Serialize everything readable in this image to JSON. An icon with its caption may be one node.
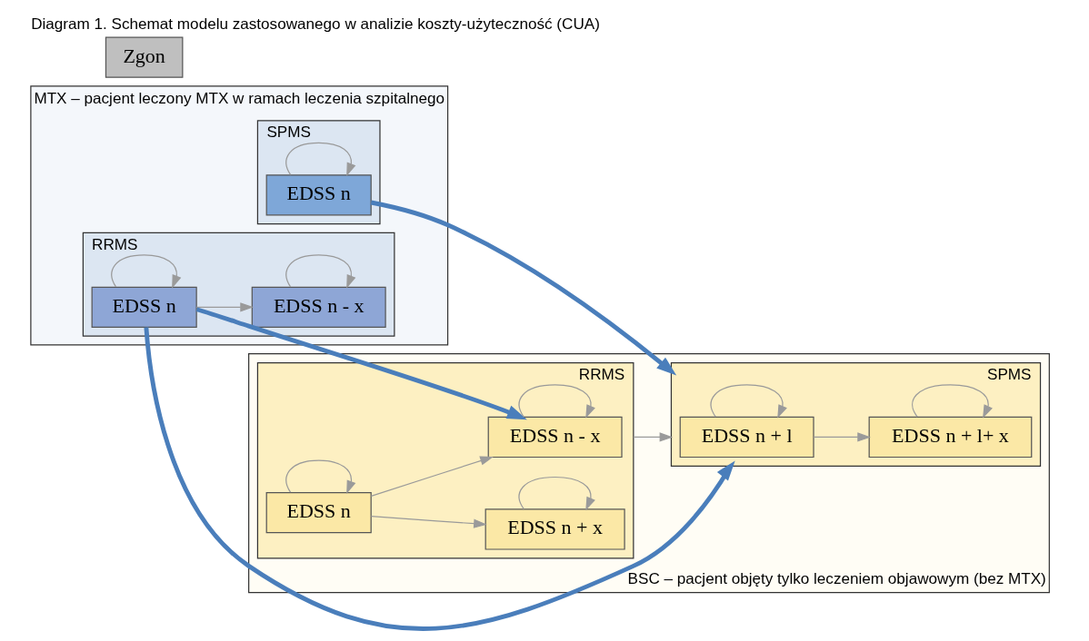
{
  "diagram": {
    "title": "Diagram 1. Schemat modelu zastosowanego w analizie koszty-użyteczność (CUA)",
    "nodes": [
      {
        "text": [
          "MTX – pacjent leczony MTX w ramach leczenia szpitalnego"
        ]
      },
      {
        "text": [
          "RRMS"
        ],
        "in": 0
      },
      {
        "text": [
          "EDSS n - x"
        ],
        "in": 1
      },
      {
        "text": [
          "EDSS n"
        ],
        "in": 1
      },
      {
        "text": [
          "SPMS"
        ],
        "in": 0
      },
      {
        "text": [
          "EDSS n"
        ],
        "in": 4
      },
      {
        "text": [
          "BSC – pacjent objęty tylko leczeniem objawowym (bez MTX)"
        ]
      },
      {
        "text": [
          "RRMS"
        ],
        "in": 6
      },
      {
        "text": [
          "EDSS n - x"
        ],
        "in": 7
      },
      {
        "text": [
          "EDSS n"
        ],
        "in": 7
      },
      {
        "text": [
          "EDSS n + x"
        ],
        "in": 7
      },
      {
        "text": [
          "SPMS"
        ],
        "in": 6
      },
      {
        "text": [
          "EDSS n + l"
        ],
        "in": 11
      },
      {
        "text": [
          "EDSS n + l+ x"
        ],
        "in": 11
      },
      {
        "text": [
          "Zgon"
        ]
      }
    ],
    "edges": [
      {
        "from": 2,
        "to": 2,
        "arrow": "to"
      },
      {
        "from": 3,
        "to": 3,
        "arrow": "to"
      },
      {
        "from": 3,
        "to": 2,
        "arrow": "to"
      },
      {
        "from": 5,
        "to": 5,
        "arrow": "to"
      },
      {
        "from": 3,
        "to": 8,
        "arrow": "to",
        "style": "thick",
        "color": "#4a7ebb"
      },
      {
        "from": 3,
        "to": 11,
        "arrow": "to",
        "style": "thick",
        "color": "#4a7ebb"
      },
      {
        "from": 5,
        "to": 11,
        "arrow": "to",
        "style": "thick",
        "color": "#4a7ebb"
      },
      {
        "from": 8,
        "to": 8,
        "arrow": "to"
      },
      {
        "from": 9,
        "to": 9,
        "arrow": "to"
      },
      {
        "from": 10,
        "to": 10,
        "arrow": "to"
      },
      {
        "from": 9,
        "to": 8,
        "arrow": "to"
      },
      {
        "from": 9,
        "to": 10,
        "arrow": "to"
      },
      {
        "from": 7,
        "to": 11,
        "arrow": "to"
      },
      {
        "from": 12,
        "to": 12,
        "arrow": "to"
      },
      {
        "from": 13,
        "to": 13,
        "arrow": "to"
      },
      {
        "from": 12,
        "to": 13,
        "arrow": "to"
      }
    ]
  }
}
